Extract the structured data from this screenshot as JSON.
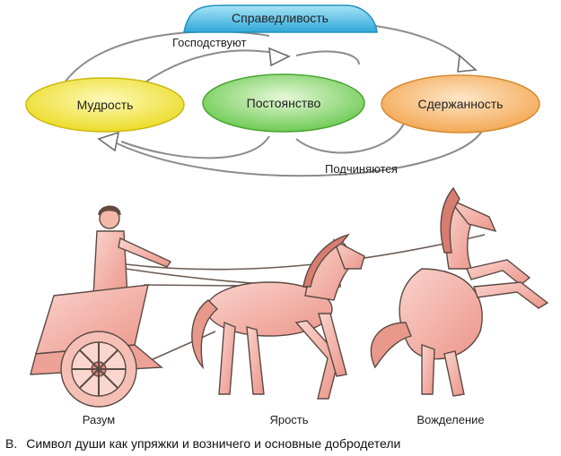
{
  "top_virtue": {
    "label": "Справедливость"
  },
  "virtues": [
    {
      "label": "Мудрость"
    },
    {
      "label": "Постоянство"
    },
    {
      "label": "Сдержанность"
    }
  ],
  "relations": {
    "upper": "Господствуют",
    "lower": "Подчиняются"
  },
  "figures": [
    {
      "label": "Разум"
    },
    {
      "label": "Ярость"
    },
    {
      "label": "Вожделение"
    }
  ],
  "caption": {
    "marker": "B.",
    "text": "Символ души как упряжки и возничего и основные добродетели"
  },
  "colors": {
    "top": "#3fb7e3",
    "wisdom": "#f2e84a",
    "constancy": "#7fd466",
    "restraint": "#f6b56a",
    "figure": "#f3aaa2",
    "outline": "#5a4a44"
  }
}
